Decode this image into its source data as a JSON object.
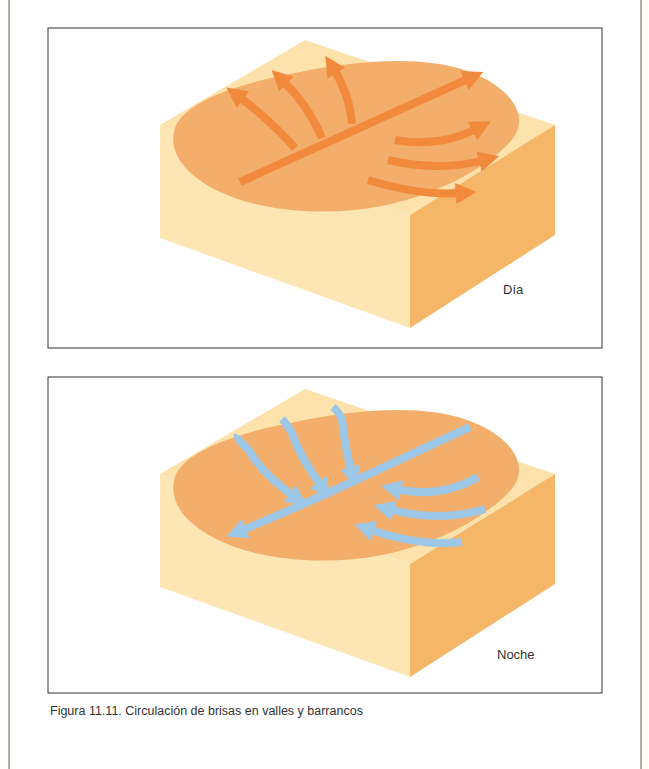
{
  "diagram": {
    "caption": "Figura 11.11. Circulación de brisas en valles y barrancos",
    "labels": [
      "Día",
      "Noche"
    ]
  }
}
